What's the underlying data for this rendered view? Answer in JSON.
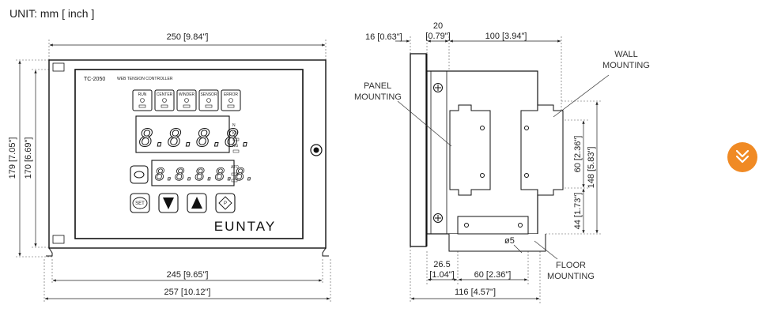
{
  "units_label": "UNIT: mm [ inch ]",
  "front_view": {
    "dim_top": "250 [9.84\"]",
    "dim_height_outer": "179 [7.05\"]",
    "dim_height_inner": "170 [6.69\"]",
    "dim_bottom_inner": "245 [9.65\"]",
    "dim_bottom_outer": "257 [10.12\"]",
    "model": "TC-2050",
    "subtitle": "WEB TENSION CONTROLLER",
    "indicators": [
      "RUN",
      "CENTER",
      "WINDER",
      "SENSOR",
      "ERROR"
    ],
    "display_upper": "8.8.8.8.",
    "display_lower": "8.8.8.8.8.",
    "side_labels": [
      "N",
      "KN",
      "KG",
      "ATO"
    ],
    "buttons": [
      "SET",
      "▼",
      "▲",
      "P"
    ],
    "brand": "EUNTAY"
  },
  "side_view": {
    "dim_panel": "16 [0.63\"]",
    "dim_gap_value": "20",
    "dim_gap_inch": "[0.79\"]",
    "dim_depth": "100 [3.94\"]",
    "dim_height_bracket": "148 [5.83\"]",
    "dim_slot": "60 [2.36\"]",
    "dim_lower": "44 [1.73\"]",
    "dim_offset_value": "26.5",
    "dim_offset_inch": "[1.04\"]",
    "dim_floor_slot": "60 [2.36\"]",
    "dim_total_depth": "116 [4.57\"]",
    "hole": "ø5",
    "callout_panel": [
      "PANEL",
      "MOUNTING"
    ],
    "callout_wall": [
      "WALL",
      "MOUNTING"
    ],
    "callout_floor": [
      "FLOOR",
      "MOUNTING"
    ]
  },
  "accent_color": "#f08a24",
  "scroll_icon": "double-chevron-down-icon"
}
